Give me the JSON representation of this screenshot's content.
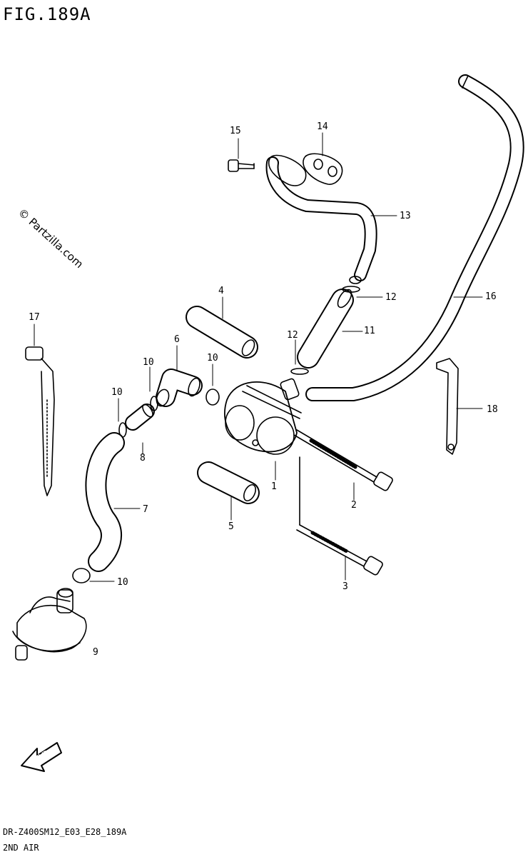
{
  "diagram": {
    "title": "FIG.189A",
    "watermark": "© Partzilla.com",
    "footer_code": "DR-Z400SM12_E03_E28_189A",
    "footer_name": "2ND AIR",
    "fwd_label": "FWD",
    "callouts": [
      {
        "id": "c1",
        "text": "1"
      },
      {
        "id": "c2",
        "text": "2"
      },
      {
        "id": "c3",
        "text": "3"
      },
      {
        "id": "c4",
        "text": "4"
      },
      {
        "id": "c5",
        "text": "5"
      },
      {
        "id": "c6",
        "text": "6"
      },
      {
        "id": "c7",
        "text": "7"
      },
      {
        "id": "c8",
        "text": "8"
      },
      {
        "id": "c9",
        "text": "9"
      },
      {
        "id": "c10a",
        "text": "10"
      },
      {
        "id": "c10b",
        "text": "10"
      },
      {
        "id": "c10c",
        "text": "10"
      },
      {
        "id": "c10d",
        "text": "10"
      },
      {
        "id": "c11",
        "text": "11"
      },
      {
        "id": "c12a",
        "text": "12"
      },
      {
        "id": "c12b",
        "text": "12"
      },
      {
        "id": "c13",
        "text": "13"
      },
      {
        "id": "c14",
        "text": "14"
      },
      {
        "id": "c15",
        "text": "15"
      },
      {
        "id": "c16",
        "text": "16"
      },
      {
        "id": "c17",
        "text": "17"
      },
      {
        "id": "c18",
        "text": "18"
      }
    ]
  }
}
